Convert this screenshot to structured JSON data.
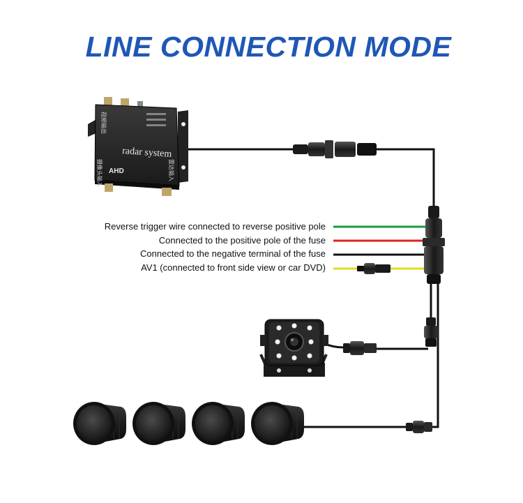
{
  "title": "LINE CONNECTION MODE",
  "device": {
    "name": "radar system",
    "badge": "AHD",
    "print_lines": [
      "视频输出",
      "摄像头输入",
      "雷达输入"
    ]
  },
  "wires": [
    {
      "label": "Reverse trigger wire connected to reverse positive pole",
      "color": "#1a9a3a"
    },
    {
      "label": "Connected to the positive pole of the fuse",
      "color": "#e02020"
    },
    {
      "label": "Connected to the negative terminal of the fuse",
      "color": "#111111"
    },
    {
      "label": "AV1 (connected to front side view or car DVD)",
      "color": "#e8d820"
    }
  ],
  "sensors": {
    "count": 4
  }
}
